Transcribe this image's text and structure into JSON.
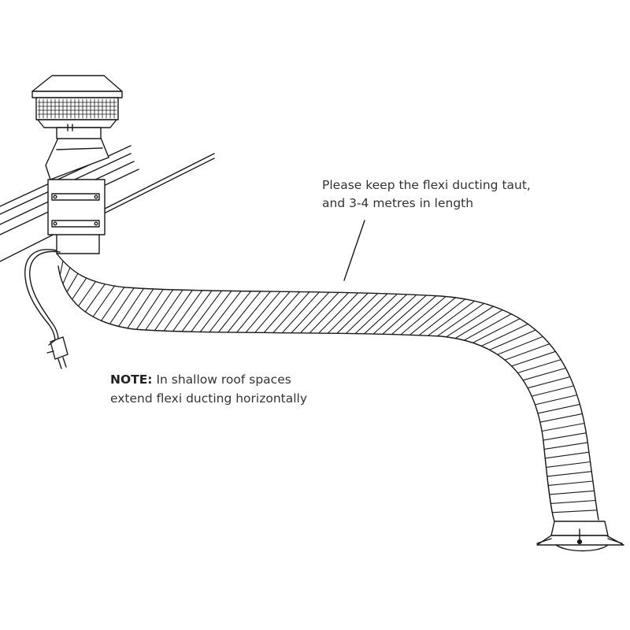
{
  "callout": {
    "line1": "Please keep the flexi ducting taut,",
    "line2": "and 3-4 metres in length"
  },
  "note": {
    "label": "NOTE:",
    "line1": "In shallow roof spaces",
    "line2": "extend flexi ducting horizontally"
  },
  "colors": {
    "line": "#1a1a1a",
    "text": "#333333",
    "background": "#ffffff"
  },
  "components": [
    "roof-vent-cowl",
    "roof-sheeting",
    "fan-housing",
    "power-cord-plug",
    "flexi-duct",
    "ceiling-grille"
  ]
}
